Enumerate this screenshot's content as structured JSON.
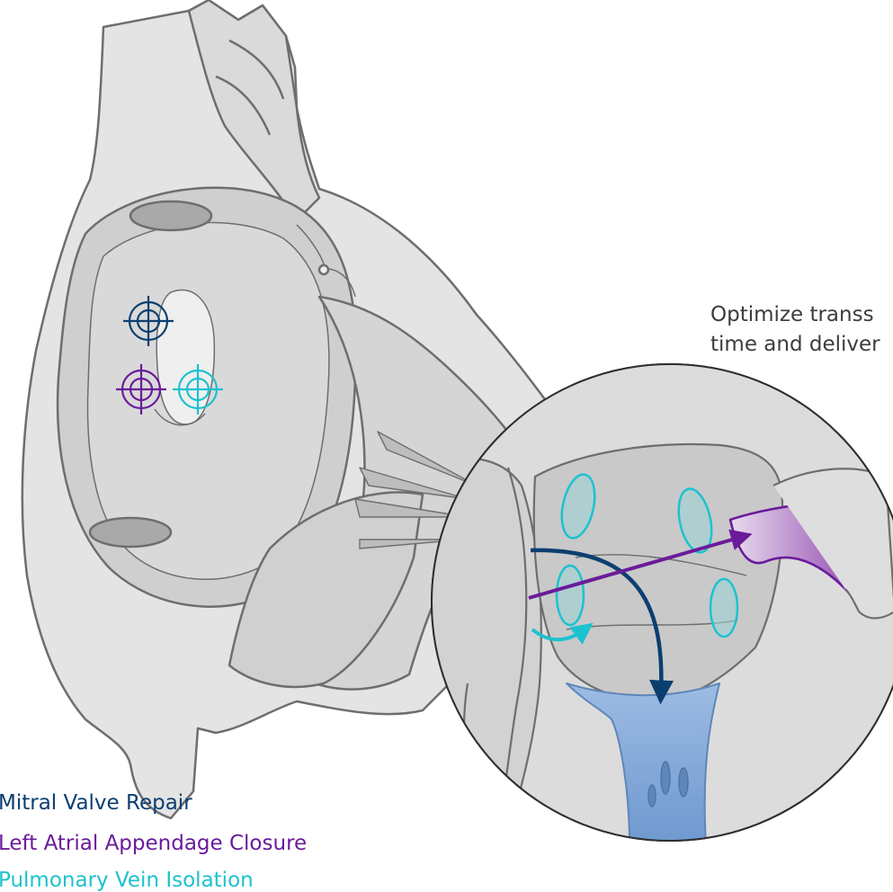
{
  "caption": {
    "line1": "Optimize transs",
    "line2": "time and deliver"
  },
  "legend": [
    {
      "label": "Mitral Valve Repair",
      "color": "#0b3f70"
    },
    {
      "label": "Left Atrial Appendage Closure",
      "color": "#6a1b9a"
    },
    {
      "label": "Pulmonary Vein Isolation",
      "color": "#1cc2cf"
    }
  ],
  "colors": {
    "outline": "#6e6e6e",
    "tissue_light": "#e4e4e4",
    "tissue_mid": "#d0d0d0",
    "tissue_dark": "#a9a9a9",
    "mitral": "#0b3f70",
    "appendage": "#6a1b9a",
    "pulmonary": "#1cc2cf",
    "valve_blue": "#7fa8d8"
  },
  "icons": [
    "crosshair-target-icon",
    "arrow-icon"
  ]
}
